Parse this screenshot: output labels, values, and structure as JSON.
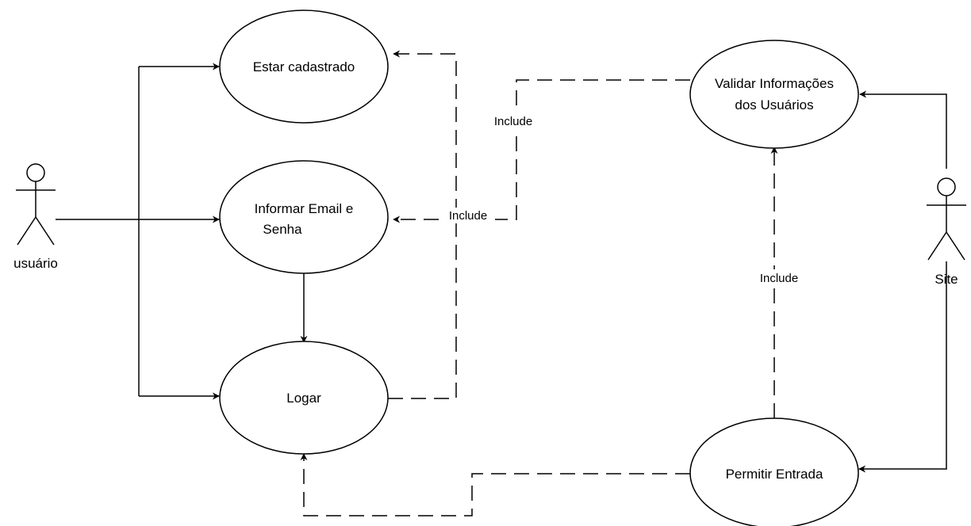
{
  "diagram": {
    "type": "use-case",
    "actors": [
      {
        "id": "usuario",
        "label": "usuário"
      },
      {
        "id": "site",
        "label": "Site"
      }
    ],
    "use_cases": [
      {
        "id": "estar-cadastrado",
        "lines": [
          "Estar cadastrado"
        ]
      },
      {
        "id": "informar-email-senha",
        "lines": [
          "Informar Email e",
          "Senha"
        ]
      },
      {
        "id": "logar",
        "lines": [
          "Logar"
        ]
      },
      {
        "id": "validar-informacoes",
        "lines": [
          "Validar Informações",
          "dos Usuários"
        ]
      },
      {
        "id": "permitir-entrada",
        "lines": [
          "Permitir Entrada"
        ]
      }
    ],
    "relationships": [
      {
        "from": "usuario",
        "to": "estar-cadastrado",
        "style": "solid"
      },
      {
        "from": "usuario",
        "to": "informar-email-senha",
        "style": "solid"
      },
      {
        "from": "usuario",
        "to": "logar",
        "style": "solid"
      },
      {
        "from": "informar-email-senha",
        "to": "logar",
        "style": "solid"
      },
      {
        "from": "logar",
        "to": "estar-cadastrado",
        "style": "dashed",
        "label": ""
      },
      {
        "from": "validar-informacoes",
        "to": "informar-email-senha",
        "style": "dashed",
        "label": "Include"
      },
      {
        "from": "permitir-entrada",
        "to": "validar-informacoes",
        "style": "dashed",
        "label": "Include"
      },
      {
        "from": "permitir-entrada",
        "to": "logar",
        "style": "dashed",
        "label": ""
      },
      {
        "from": "site",
        "to": "validar-informacoes",
        "style": "solid"
      },
      {
        "from": "site",
        "to": "permitir-entrada",
        "style": "solid"
      }
    ],
    "floating_labels": [
      "Include",
      "Include",
      "Include"
    ]
  }
}
